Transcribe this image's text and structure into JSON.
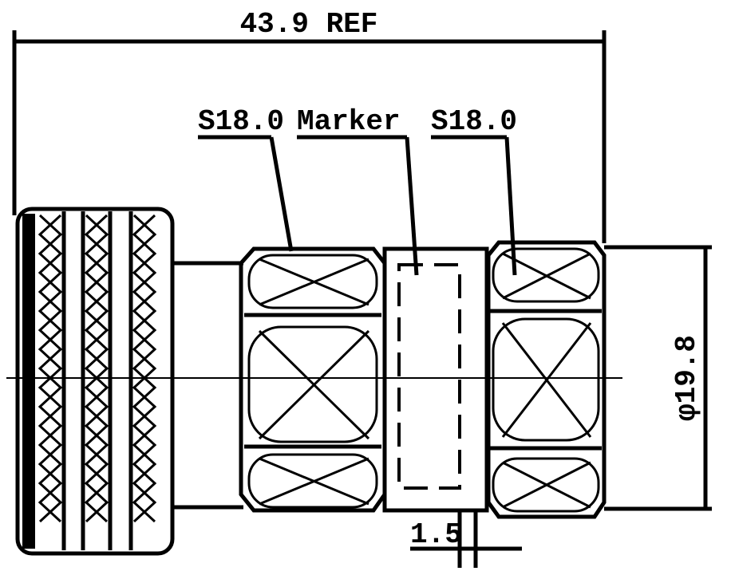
{
  "dimensions": {
    "overall_length": "43.9 REF",
    "diameter": "φ19.8",
    "marker_offset": "1.5"
  },
  "callouts": {
    "hex_left": "S18.0",
    "marker": "Marker",
    "hex_right": "S18.0"
  },
  "colors": {
    "line": "#000000",
    "background": "#ffffff"
  }
}
